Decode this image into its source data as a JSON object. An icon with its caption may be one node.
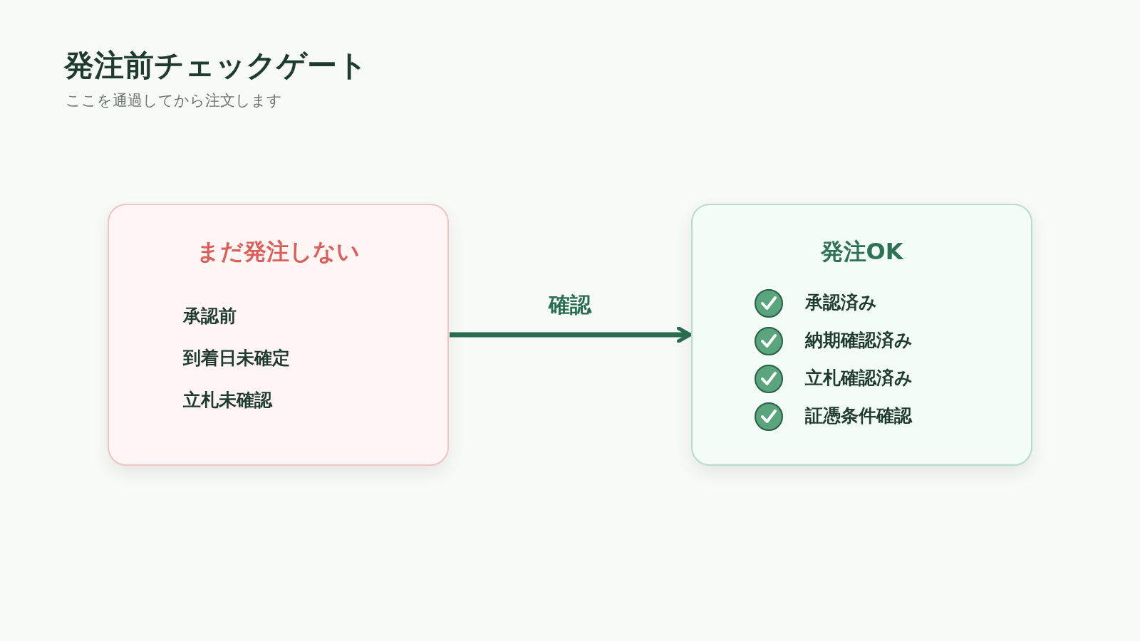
{
  "diagram": {
    "title": "発注前チェックゲート",
    "nodes": [
      {
        "text": [
          "まだ発注しない",
          "承認前",
          "到着日未確定",
          "立札未確認"
        ]
      },
      {
        "text": [
          "発注OK",
          "承認済み",
          "納期確認済み",
          "立札確認済み",
          "証憑条件確認"
        ]
      }
    ],
    "edges": [
      {
        "from": 0,
        "to": 1,
        "arrow": "to",
        "label": "確認"
      }
    ],
    "labels": [
      "ここを通過してから注文します"
    ]
  }
}
